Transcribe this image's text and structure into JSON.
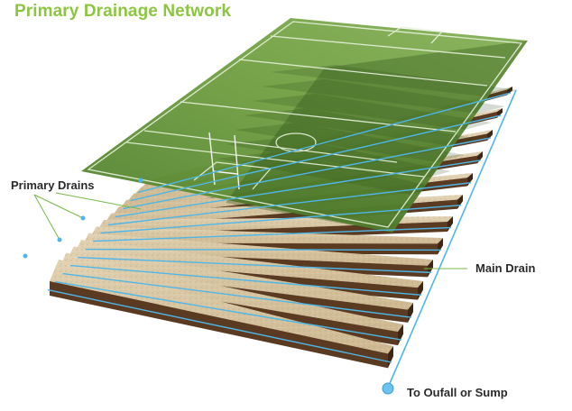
{
  "title": "Primary Drainage Network",
  "labels": {
    "primary_drains": "Primary Drains",
    "main_drain": "Main Drain",
    "outfall": "To Oufall or Sump"
  },
  "colors": {
    "title": "#8cc63f",
    "pipe": "#4fb6e8",
    "turf_light": "#6a9a3c",
    "turf_dark": "#3f6b22",
    "sand_top": "#d8c6a3",
    "sand_side": "#c9b48d",
    "soil": "#5b3a22",
    "soil_dark": "#3e2615"
  },
  "icons": [
    "pitch-lines",
    "goal-posts",
    "outfall-node"
  ]
}
